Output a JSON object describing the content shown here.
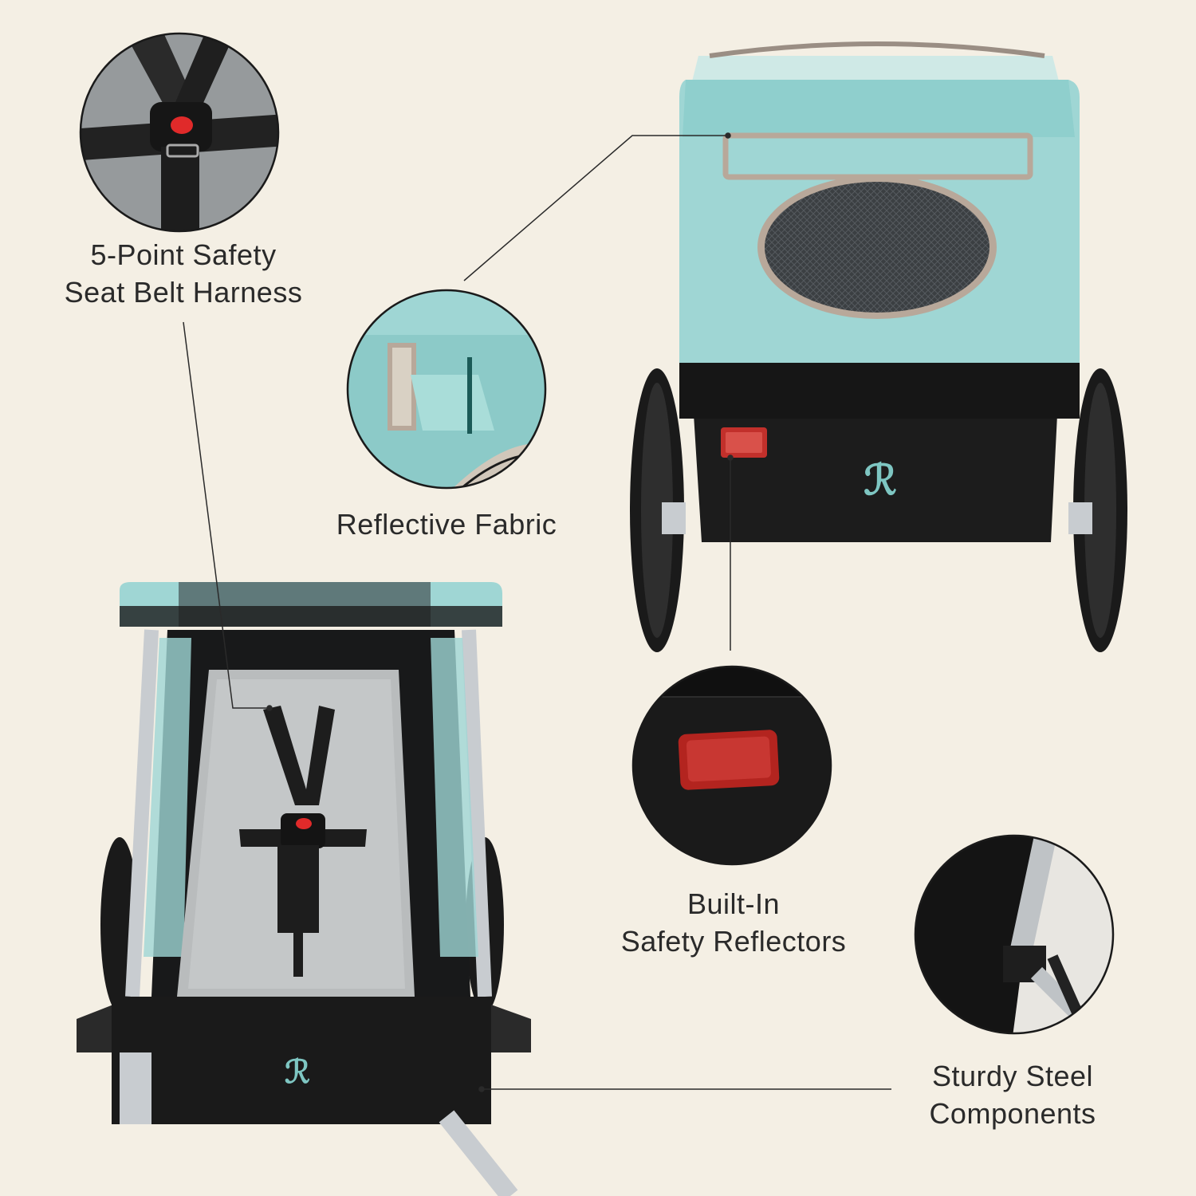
{
  "features": {
    "harness": {
      "line1": "5-Point Safety",
      "line2": "Seat Belt Harness",
      "icon": "seat-belt-buckle"
    },
    "fabric": {
      "line1": "Reflective Fabric",
      "icon": "reflective-strip"
    },
    "reflectors": {
      "line1": "Built-In",
      "line2": "Safety Reflectors",
      "icon": "red-reflector"
    },
    "steel": {
      "line1": "Sturdy Steel",
      "line2": "Components",
      "icon": "steel-frame"
    }
  },
  "colors": {
    "background": "#f4efe4",
    "canopy_teal": "#9fd6d4",
    "fabric_black": "#1c1c1c",
    "seat_grey": "#b9bcbd",
    "reflector_red": "#c2302b",
    "frame_silver": "#c8ccd0"
  }
}
